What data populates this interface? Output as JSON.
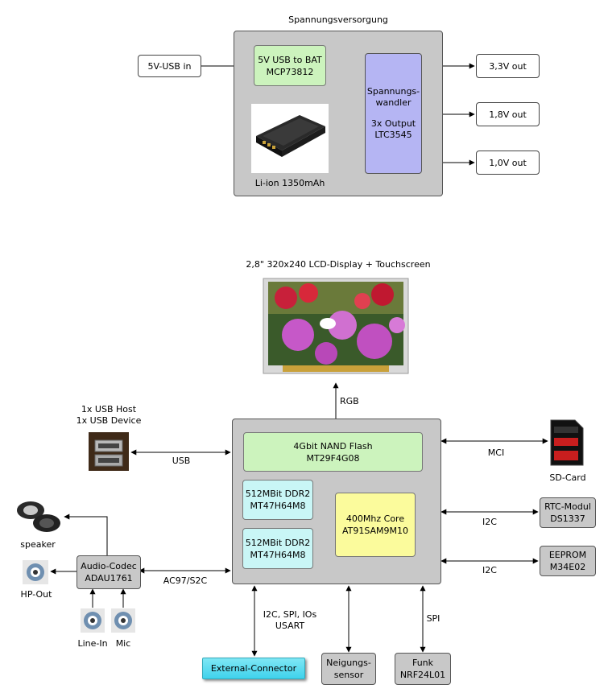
{
  "power": {
    "title": "Spannungsversorgung",
    "usb_in": "5V-USB in",
    "charger": [
      "5V USB to BAT",
      "MCP73812"
    ],
    "battery": "Li-ion 1350mAh",
    "converter": [
      "Spannungs-",
      "wandler",
      "",
      "3x Output",
      "LTC3545"
    ],
    "out1": "3,3V out",
    "out2": "1,8V out",
    "out3": "1,0V out"
  },
  "display": {
    "title": "2,8\" 320x240 LCD-Display + Touchscreen"
  },
  "main": {
    "rgb": "RGB",
    "nand": [
      "4Gbit NAND Flash",
      "MT29F4G08"
    ],
    "ddr1": [
      "512MBit DDR2",
      "MT47H64M8"
    ],
    "ddr2": [
      "512MBit DDR2",
      "MT47H64M8"
    ],
    "core": [
      "400Mhz Core",
      "AT91SAM9M10"
    ]
  },
  "usb": {
    "title": [
      "1x USB Host",
      "1x USB Device"
    ],
    "link": "USB"
  },
  "sd": {
    "link": "MCI",
    "label": "SD-Card"
  },
  "rtc": {
    "link": "I2C",
    "box": [
      "RTC-Modul",
      "DS1337"
    ]
  },
  "eeprom": {
    "link": "I2C",
    "box": [
      "EEPROM",
      "M34E02"
    ]
  },
  "audio": {
    "codec": [
      "Audio-Codec",
      "ADAU1761"
    ],
    "speaker": "speaker",
    "hp": "HP-Out",
    "linein": "Line-In",
    "mic": "Mic",
    "link": "AC97/S2C"
  },
  "bottom": {
    "ext_link": [
      "I2C, SPI, IOs",
      "USART"
    ],
    "ext": "External-Connector",
    "tilt": [
      "Neigungs-",
      "sensor"
    ],
    "spi": "SPI",
    "radio": [
      "Funk",
      "NRF24L01"
    ]
  }
}
